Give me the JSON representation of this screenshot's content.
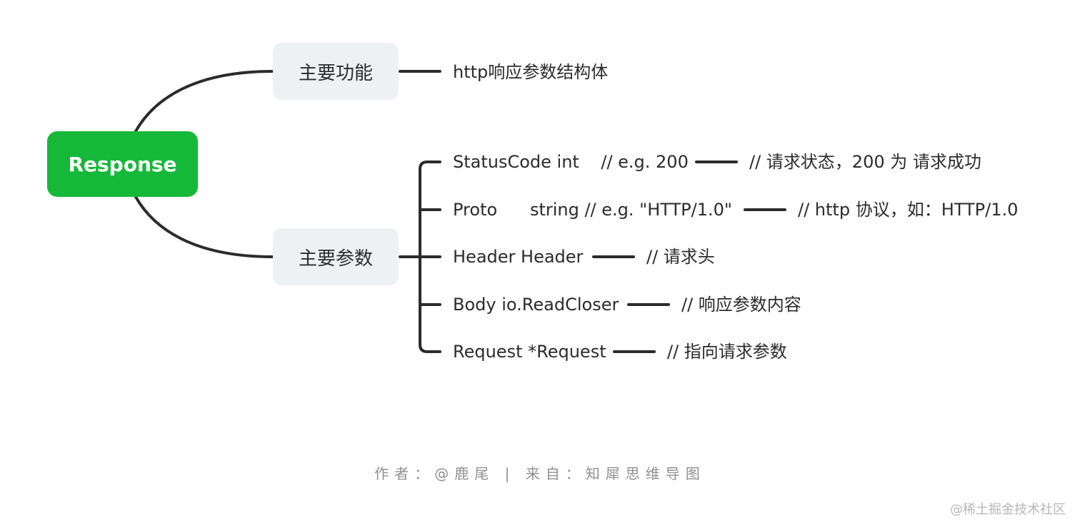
{
  "root": {
    "label": "Response"
  },
  "branches": [
    {
      "label": "主要功能",
      "leaves": [
        {
          "text": "http响应参数结构体"
        }
      ]
    },
    {
      "label": "主要参数",
      "leaves": [
        {
          "text": "StatusCode int    // e.g. 200",
          "comment": "// 请求状态，200 为 请求成功"
        },
        {
          "text": "Proto      string // e.g. \"HTTP/1.0\"",
          "comment": "// http 协议，如：HTTP/1.0"
        },
        {
          "text": "Header Header",
          "comment": "// 请求头"
        },
        {
          "text": "Body io.ReadCloser",
          "comment": "// 响应参数内容"
        },
        {
          "text": "Request *Request",
          "comment": "// 指向请求参数"
        }
      ]
    }
  ],
  "footer": "作者：@鹿尾 | 来自：知犀思维导图",
  "watermark": "@稀土掘金技术社区",
  "colors": {
    "root": "#16b83a",
    "branch_bg": "#eef1f4",
    "line": "#2b2b2b"
  }
}
